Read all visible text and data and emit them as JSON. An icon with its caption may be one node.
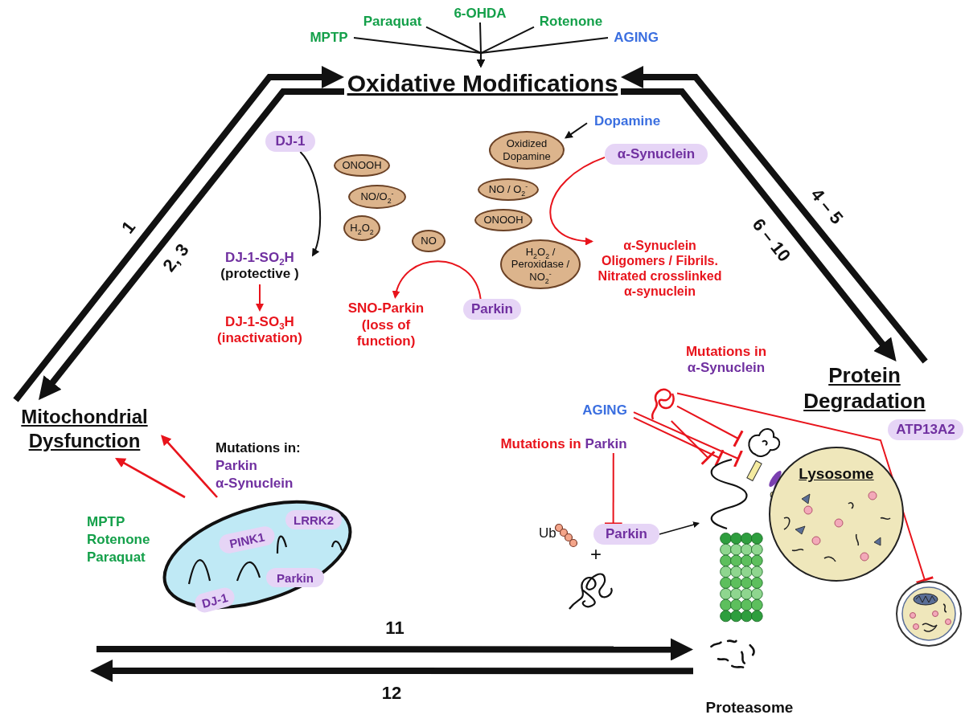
{
  "diagram": {
    "nodes": [
      {
        "text": [
          "Oxidative Modifications"
        ]
      },
      {
        "text": [
          "MPTP"
        ]
      },
      {
        "text": [
          "Paraquat"
        ]
      },
      {
        "text": [
          "6-OHDA"
        ]
      },
      {
        "text": [
          "Rotenone"
        ]
      },
      {
        "text": [
          "AGING"
        ]
      },
      {
        "text": [
          "Mitochondrial Dysfunction"
        ]
      },
      {
        "text": [
          "Protein Degradation"
        ]
      },
      {
        "text": [
          "DJ-1"
        ]
      },
      {
        "text": [
          "ONOOH"
        ]
      },
      {
        "text": [
          "NO/O$_{2}$$^{-}$"
        ]
      },
      {
        "text": [
          "H$_{2}$O$_{2}$"
        ]
      },
      {
        "text": [
          "DJ-1-SO$_{2}$H",
          "(protective )"
        ]
      },
      {
        "text": [
          "DJ-1-SO$_{3}$H",
          "(inactivation)"
        ]
      },
      {
        "text": [
          "NO"
        ]
      },
      {
        "text": [
          "Parkin"
        ]
      },
      {
        "text": [
          "SNO-Parkin (loss of function)"
        ]
      },
      {
        "text": [
          "Dopamine"
        ]
      },
      {
        "text": [
          "Oxidized Dopamine"
        ]
      },
      {
        "text": [
          "NO / O$_{2}$$^{-}$"
        ]
      },
      {
        "text": [
          "ONOOH"
        ]
      },
      {
        "text": [
          "H$_{2}$O$_{2}$ / Peroxidase / NO$_{2}$$^{-}$"
        ]
      },
      {
        "text": [
          "α-Synuclein"
        ]
      },
      {
        "text": [
          "α-Synuclein Oligomers / Fibrils. Nitrated crosslinked α-synuclein"
        ]
      },
      {
        "text": [],
        "shape": "picture"
      },
      {
        "text": [
          "PINK1"
        ],
        "in": 24
      },
      {
        "text": [
          "LRRK2"
        ],
        "in": 24
      },
      {
        "text": [
          "DJ-1"
        ],
        "in": 24
      },
      {
        "text": [
          "Parkin"
        ],
        "in": 24
      },
      {
        "text": [],
        "shape": "picture",
        "beside": [
          "Mutations in",
          "α-Synuclein"
        ]
      },
      {
        "text": [
          "AGING"
        ]
      },
      {
        "text": [
          "Mutations in",
          "Parkin"
        ]
      },
      {
        "text": [
          "Parkin"
        ]
      },
      {
        "text": [],
        "shape": "picture"
      },
      {
        "text": [
          "Proteasome"
        ]
      },
      {
        "text": [],
        "shape": "picture"
      },
      {
        "text": [
          "Lysosome"
        ]
      },
      {
        "text": [
          "ATP13A2"
        ]
      },
      {
        "text": [],
        "shape": "circle"
      }
    ],
    "edges": [
      {
        "from": 1,
        "to": 0,
        "arrow": "to"
      },
      {
        "from": 2,
        "to": 0,
        "arrow": "to"
      },
      {
        "from": 3,
        "to": 0,
        "arrow": "to"
      },
      {
        "from": 4,
        "to": 0,
        "arrow": "to"
      },
      {
        "from": 5,
        "to": 0,
        "arrow": "to"
      },
      {
        "from": 6,
        "to": 0,
        "arrow": "to",
        "label": "1",
        "style": "thick"
      },
      {
        "from": 0,
        "to": 6,
        "arrow": "to",
        "label": "2, 3",
        "style": "thick"
      },
      {
        "from": 7,
        "to": 0,
        "arrow": "to",
        "label": "4 – 5",
        "style": "thick"
      },
      {
        "from": 0,
        "to": 7,
        "arrow": "to",
        "label": "6 – 10",
        "style": "thick"
      },
      {
        "from": 8,
        "to": 12,
        "arrow": "to"
      },
      {
        "from": 12,
        "to": 13,
        "arrow": "to",
        "color": "#e8141c"
      },
      {
        "from": 15,
        "to": 16,
        "arrow": "to",
        "color": "#e8141c"
      },
      {
        "from": 17,
        "to": 18,
        "arrow": "to"
      },
      {
        "from": 22,
        "to": 23,
        "arrow": "to",
        "color": "#e8141c"
      },
      {
        "from": 24,
        "to": 6,
        "arrow": "to",
        "color": "#e8141c"
      },
      {
        "from": 24,
        "to": 6,
        "arrow": "to",
        "color": "#e8141c"
      },
      {
        "from": null,
        "to": 34,
        "arrow": "to",
        "label": "11",
        "style": "thick"
      },
      {
        "from": 34,
        "to": null,
        "arrow": "to",
        "label": "12",
        "style": "thick"
      },
      {
        "from": 31,
        "to": 32,
        "arrow": "other",
        "color": "#e8141c"
      },
      {
        "from": 32,
        "to": 33,
        "arrow": "to"
      },
      {
        "from": 29,
        "to": 35,
        "arrow": "other",
        "color": "#e8141c"
      },
      {
        "from": 29,
        "to": 33,
        "arrow": "other",
        "color": "#e8141c"
      },
      {
        "from": 30,
        "to": 35,
        "arrow": "other",
        "color": "#e8141c"
      },
      {
        "from": 30,
        "to": 33,
        "arrow": "other",
        "color": "#e8141c"
      },
      {
        "from": 29,
        "to": 38,
        "arrow": "other",
        "color": "#e8141c"
      }
    ],
    "labels": [
      "MPTP",
      "Rotenone",
      "Paraquat",
      "Mutations in:",
      "Parkin",
      "α-Synuclein",
      "Ub",
      "+"
    ]
  }
}
